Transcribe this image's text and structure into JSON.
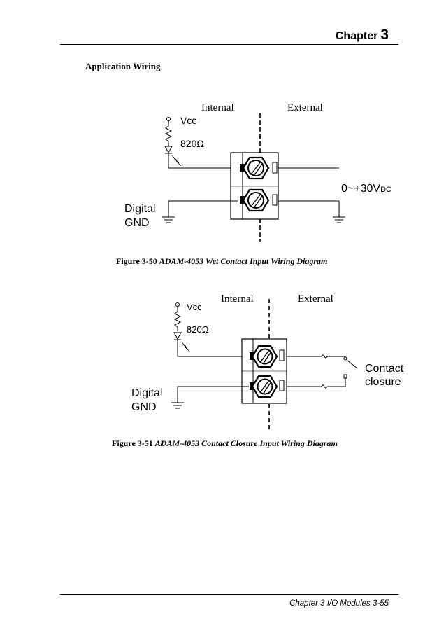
{
  "header": {
    "chapter_label": "Chapter",
    "chapter_number": "3"
  },
  "section": {
    "title": "Application Wiring"
  },
  "figure1": {
    "internal_label": "Internal",
    "external_label": "External",
    "vcc_label": "Vcc",
    "resistor_label": "820Ω",
    "digital_label": "Digital",
    "gnd_label": "GND",
    "voltage_label": "0~+30V",
    "voltage_sub": "DC",
    "caption_number": "Figure 3-50",
    "caption_title": "ADAM-4053 Wet Contact Input Wiring Diagram"
  },
  "figure2": {
    "internal_label": "Internal",
    "external_label": "External",
    "vcc_label": "Vcc",
    "resistor_label": "820Ω",
    "digital_label": "Digital",
    "gnd_label": "GND",
    "contact_label_1": "Contact",
    "contact_label_2": "closure",
    "caption_number": "Figure 3-51",
    "caption_title": "ADAM-4053 Contact Closure Input Wiring Diagram"
  },
  "footer": {
    "text": "Chapter 3 I/O Modules 3-55"
  }
}
